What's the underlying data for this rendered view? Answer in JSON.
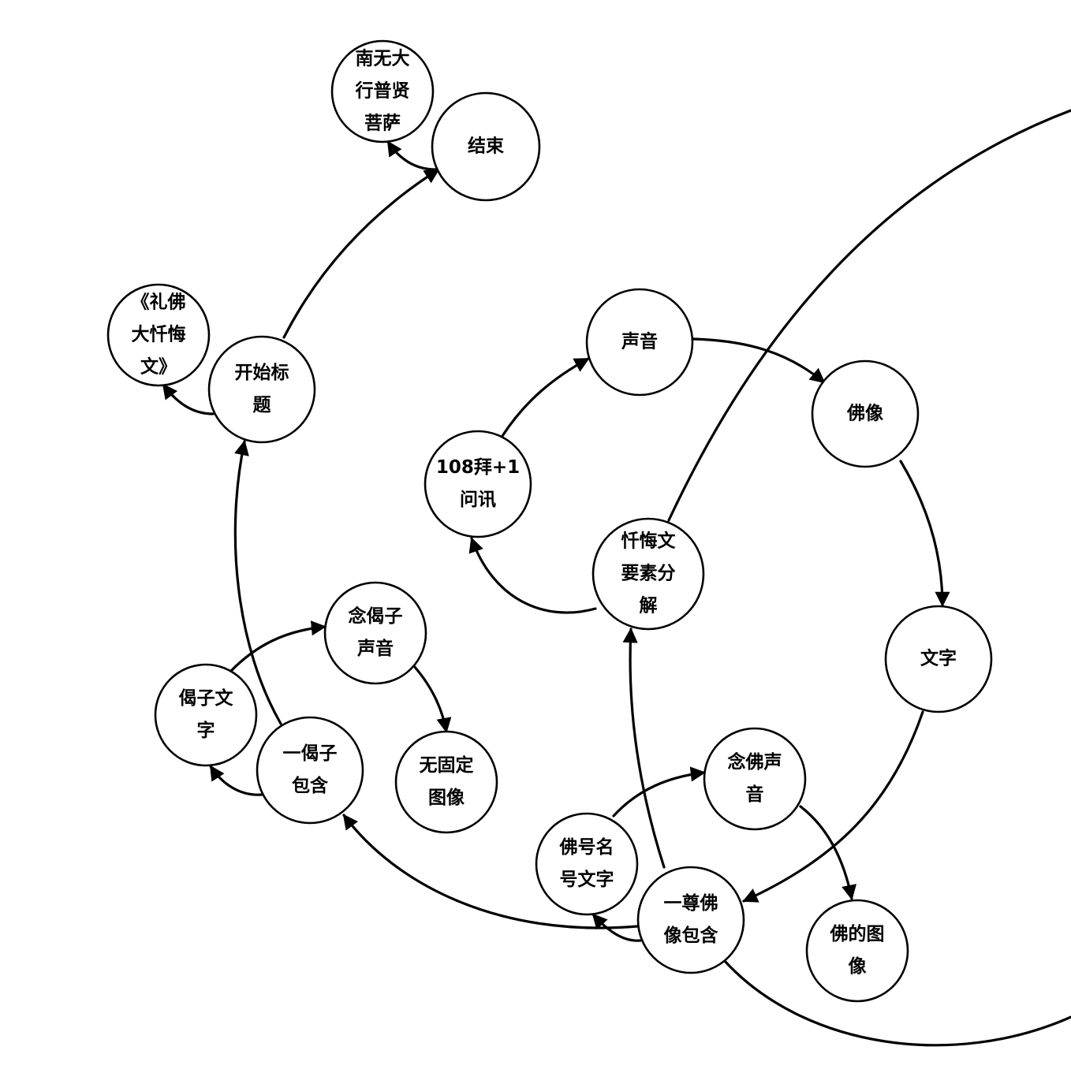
{
  "diagram": {
    "nodes": [
      {
        "id": "nanwu",
        "lines": [
          "南无大",
          "行普贤",
          "菩萨"
        ]
      },
      {
        "id": "jieshu",
        "lines": [
          "结束"
        ]
      },
      {
        "id": "lifo",
        "lines": [
          "《礼佛",
          "大忏悔",
          "文》"
        ]
      },
      {
        "id": "kaishi",
        "lines": [
          "开始标",
          "题"
        ]
      },
      {
        "id": "shengyin",
        "lines": [
          "声音"
        ]
      },
      {
        "id": "foxiang",
        "lines": [
          "佛像"
        ]
      },
      {
        "id": "bai108",
        "lines": [
          "108拜+1",
          "问讯"
        ]
      },
      {
        "id": "chanhui",
        "lines": [
          "忏悔文",
          "要素分",
          "解"
        ]
      },
      {
        "id": "wenzi",
        "lines": [
          "文字"
        ]
      },
      {
        "id": "nianjie",
        "lines": [
          "念偈子",
          "声音"
        ]
      },
      {
        "id": "jiezi",
        "lines": [
          "偈子文",
          "字"
        ]
      },
      {
        "id": "yijie",
        "lines": [
          "一偈子",
          "包含"
        ]
      },
      {
        "id": "wuguding",
        "lines": [
          "无固定",
          "图像"
        ]
      },
      {
        "id": "nianfo",
        "lines": [
          "念佛声",
          "音"
        ]
      },
      {
        "id": "fohao",
        "lines": [
          "佛号名",
          "号文字"
        ]
      },
      {
        "id": "yizun",
        "lines": [
          "一尊佛",
          "像包含"
        ]
      },
      {
        "id": "fode",
        "lines": [
          "佛的图",
          "像"
        ]
      }
    ]
  }
}
